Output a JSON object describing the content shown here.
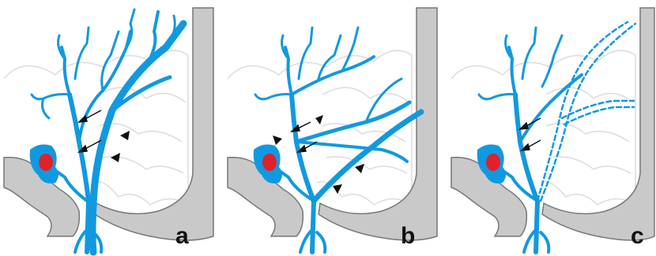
{
  "colors": {
    "vessel": "#1199e0",
    "tumor_mass": "#1199e0",
    "tumor_core": "#e0202a",
    "organ_fill": "#c9c9c9",
    "organ_stroke": "#777777",
    "fold_outline": "#dcdcdc",
    "marker": "#111111"
  },
  "panels": [
    {
      "label": "a",
      "shows_dashed_vessels": false
    },
    {
      "label": "b",
      "shows_dashed_vessels": false
    },
    {
      "label": "c",
      "shows_dashed_vessels": true
    }
  ],
  "markers": {
    "arrow": "small-arrow-icon",
    "arrowhead": "arrowhead-icon"
  }
}
